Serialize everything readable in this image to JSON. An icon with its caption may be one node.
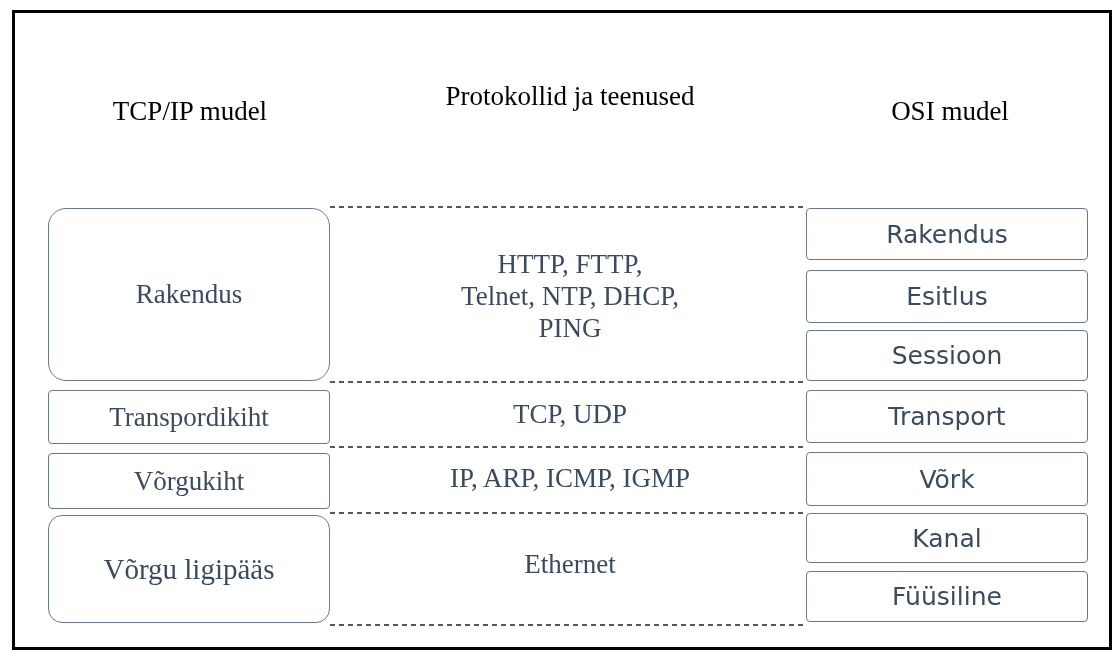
{
  "diagram": {
    "nodes": [
      {
        "text": [
          "Rakendus"
        ]
      },
      {
        "text": [
          "Transpordikiht"
        ]
      },
      {
        "text": [
          "Võrgukiht"
        ]
      },
      {
        "text": [
          "Võrgu ligipääs"
        ]
      },
      {
        "text": [
          "Rakendus"
        ]
      },
      {
        "text": [
          "Esitlus"
        ]
      },
      {
        "text": [
          "Sessioon"
        ]
      },
      {
        "text": [
          "Transport"
        ]
      },
      {
        "text": [
          "Võrk"
        ]
      },
      {
        "text": [
          "Kanal"
        ]
      },
      {
        "text": [
          "Füüsiline"
        ]
      }
    ],
    "labels": [
      "TCP/IP mudel",
      "Protokollid ja teenused",
      "OSI mudel",
      "HTTP, FTTP, Telnet, NTP, DHCP, PING",
      "TCP, UDP",
      "IP, ARP, ICMP, IGMP",
      "Ethernet"
    ]
  }
}
